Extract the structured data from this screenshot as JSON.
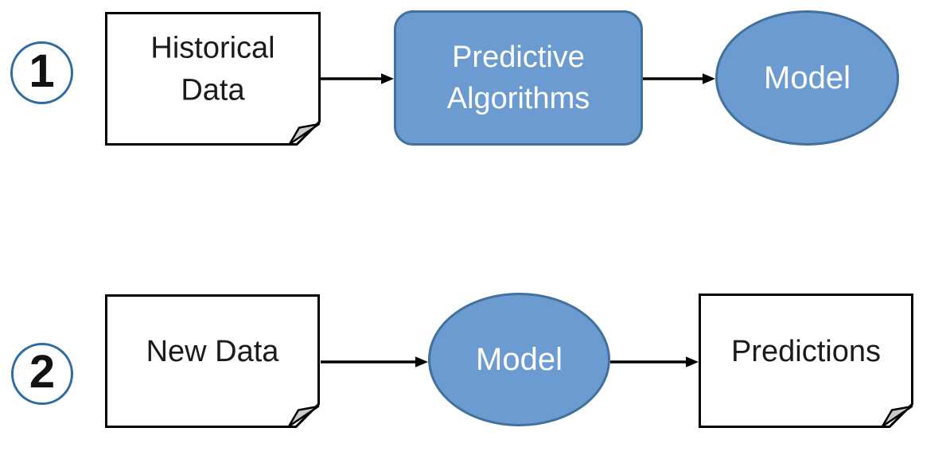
{
  "diagram": {
    "colors": {
      "background": "#FFFFFF",
      "shape_fill": "#6B9BD1",
      "shape_stroke": "#41719C",
      "badge_stroke": "#2E6DA4",
      "fold_fill": "#C9C9C9",
      "arrow": "#000000",
      "label_dark": "#1B1B1B",
      "label_light": "#FFFFFF"
    },
    "rows": [
      {
        "badge": "1",
        "nodes": [
          {
            "type": "document",
            "shape": "folded-corner-rectangle",
            "label": "Historical Data",
            "lines": [
              "Historical",
              "Data"
            ]
          },
          {
            "type": "process",
            "shape": "rounded-rectangle",
            "label": "Predictive Algorithms",
            "lines": [
              "Predictive",
              "Algorithms"
            ]
          },
          {
            "type": "model",
            "shape": "ellipse",
            "label": "Model"
          }
        ],
        "connections": [
          {
            "from": "Historical Data",
            "to": "Predictive Algorithms",
            "style": "arrow"
          },
          {
            "from": "Predictive Algorithms",
            "to": "Model",
            "style": "arrow"
          }
        ]
      },
      {
        "badge": "2",
        "nodes": [
          {
            "type": "document",
            "shape": "folded-corner-rectangle",
            "label": "New Data",
            "lines": [
              "New Data"
            ]
          },
          {
            "type": "model",
            "shape": "ellipse",
            "label": "Model"
          },
          {
            "type": "document",
            "shape": "folded-corner-rectangle",
            "label": "Predictions",
            "lines": [
              "Predictions"
            ]
          }
        ],
        "connections": [
          {
            "from": "New Data",
            "to": "Model",
            "style": "arrow"
          },
          {
            "from": "Model",
            "to": "Predictions",
            "style": "arrow"
          }
        ]
      }
    ]
  }
}
